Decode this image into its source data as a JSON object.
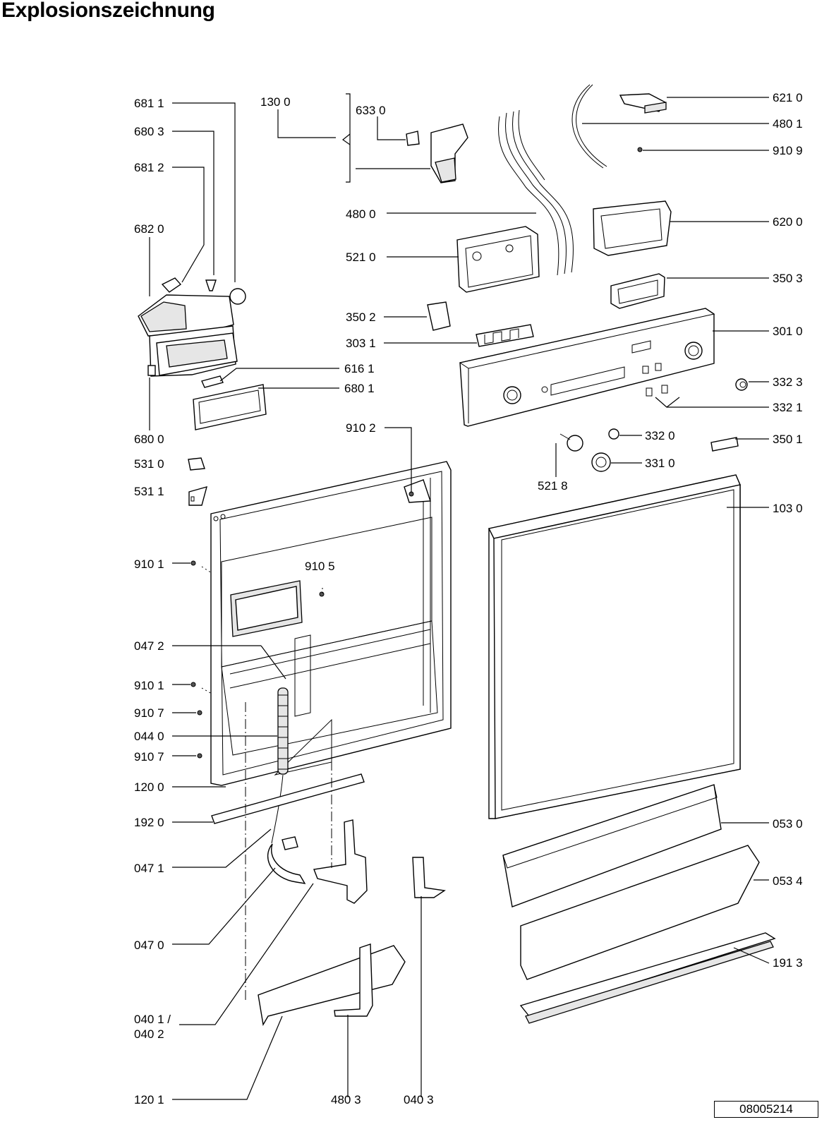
{
  "title": "Explosionszeichnung",
  "document_id": "08005214",
  "labels": {
    "l6811": "681 1",
    "l6803": "680 3",
    "l6812": "681 2",
    "l6820": "682 0",
    "l6800": "680 0",
    "l1300": "130 0",
    "l6330": "633 0",
    "l6210": "621 0",
    "l4801": "480 1",
    "l9109": "910 9",
    "l4800": "480 0",
    "l6200": "620 0",
    "l5210": "521 0",
    "l3503": "350 3",
    "l3502": "350 2",
    "l3031": "303 1",
    "l3010": "301 0",
    "l6161": "616 1",
    "l6801": "680 1",
    "l3323": "332 3",
    "l3321": "332 1",
    "l9102": "910 2",
    "l3320": "332 0",
    "l3501": "350 1",
    "l3310": "331 0",
    "l5218": "521 8",
    "l5310": "531 0",
    "l5311": "531 1",
    "l1030": "103 0",
    "l9101a": "910 1",
    "l9105": "910 5",
    "l0472": "047 2",
    "l9101b": "910 1",
    "l9107a": "910 7",
    "l0440": "044 0",
    "l9107b": "910 7",
    "l1200": "120 0",
    "l1920": "192 0",
    "l0471": "047 1",
    "l0530": "053 0",
    "l0534": "053 4",
    "l0470": "047 0",
    "l1913": "191 3",
    "l0401a": "040 1 /",
    "l0401b": "040 2",
    "l1201": "120 1",
    "l4803": "480 3",
    "l0403": "040 3"
  }
}
